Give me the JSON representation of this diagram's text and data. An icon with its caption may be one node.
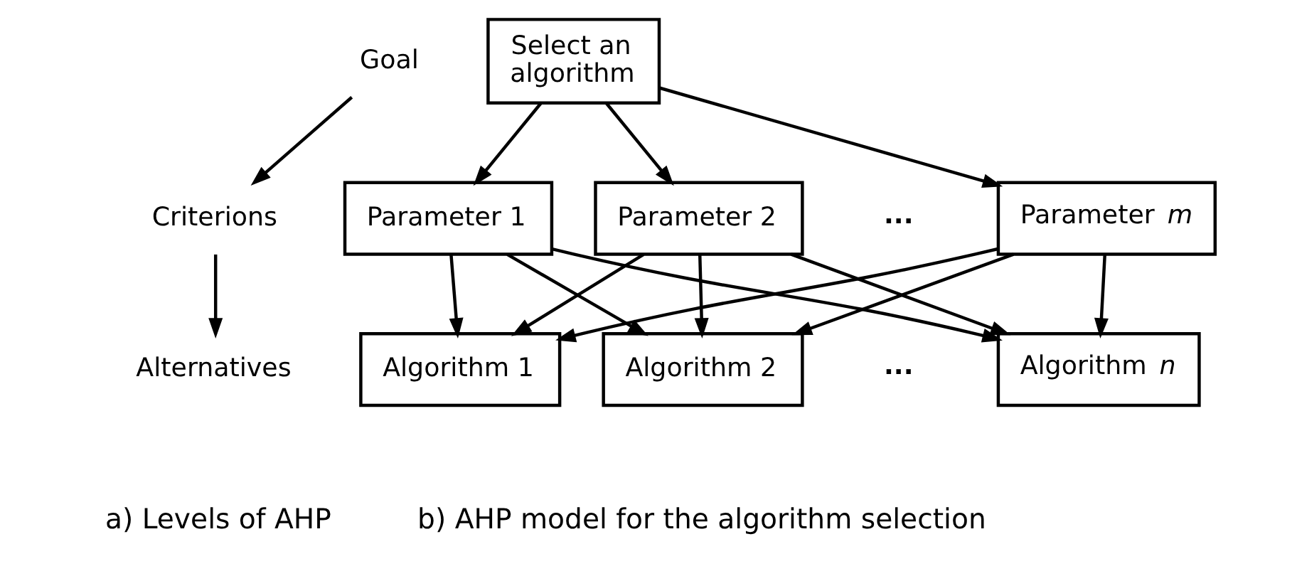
{
  "diagram": {
    "nodes": [
      {
        "text": [
          "Goal"
        ]
      },
      {
        "text": [
          "Criterions"
        ]
      },
      {
        "text": [
          "Alternatives"
        ]
      },
      {
        "text": [
          "Select an algorithm"
        ]
      },
      {
        "text": [
          "Parameter 1"
        ]
      },
      {
        "text": [
          "Parameter 2"
        ]
      },
      {
        "text": [
          "Parameter *m*"
        ]
      },
      {
        "text": [
          "Algorithm 1"
        ]
      },
      {
        "text": [
          "Algorithm 2"
        ]
      },
      {
        "text": [
          "Algorithm *n*"
        ]
      }
    ],
    "edges": [
      {
        "from": 0,
        "to": 1,
        "arrow": "to"
      },
      {
        "from": 1,
        "to": 2,
        "arrow": "to"
      },
      {
        "from": 3,
        "to": 4,
        "arrow": "to"
      },
      {
        "from": 3,
        "to": 5,
        "arrow": "to"
      },
      {
        "from": 3,
        "to": 6,
        "arrow": "to"
      },
      {
        "from": 4,
        "to": 7,
        "arrow": "to"
      },
      {
        "from": 4,
        "to": 8,
        "arrow": "to"
      },
      {
        "from": 4,
        "to": 9,
        "arrow": "to"
      },
      {
        "from": 5,
        "to": 7,
        "arrow": "to"
      },
      {
        "from": 5,
        "to": 8,
        "arrow": "to"
      },
      {
        "from": 5,
        "to": 9,
        "arrow": "to"
      },
      {
        "from": 6,
        "to": 7,
        "arrow": "to"
      },
      {
        "from": 6,
        "to": 8,
        "arrow": "to"
      },
      {
        "from": 6,
        "to": 9,
        "arrow": "to"
      }
    ],
    "labels": [
      "...",
      "...",
      "a) Levels of AHP",
      "b) AHP model for the algorithm selection"
    ]
  }
}
